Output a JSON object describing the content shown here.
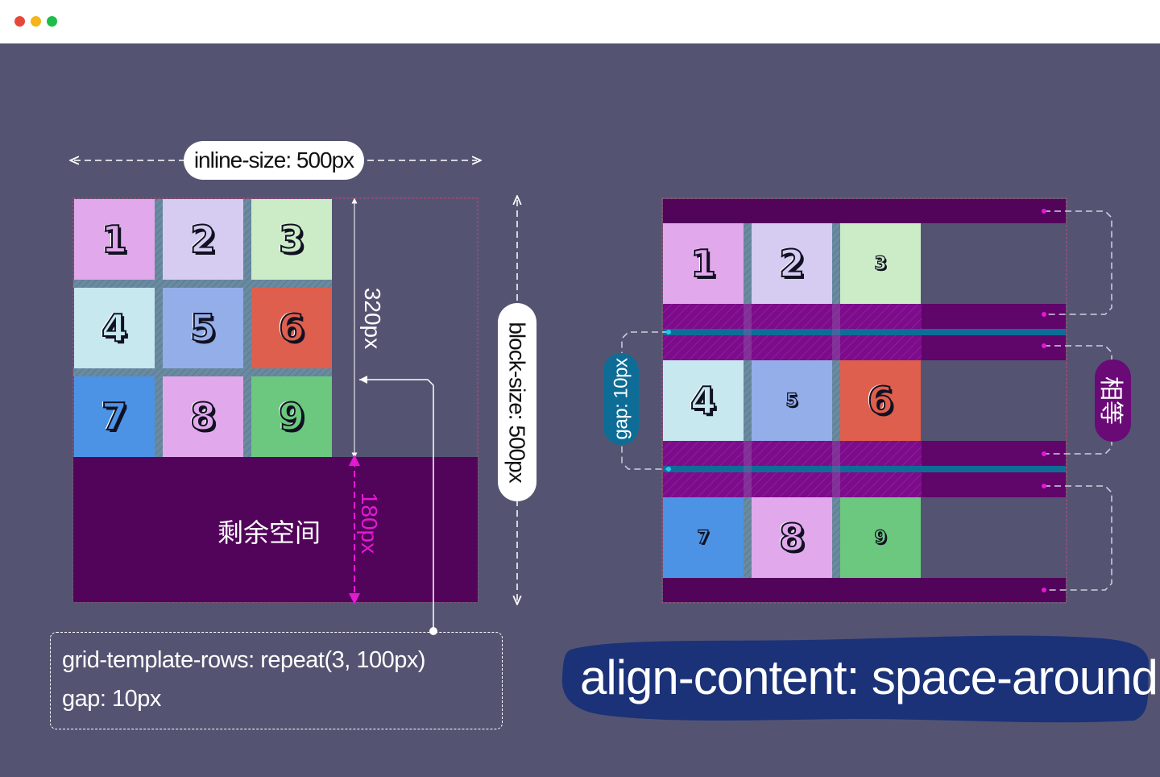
{
  "window": {
    "controls": [
      {
        "name": "close",
        "color": "#e5483a"
      },
      {
        "name": "minimize",
        "color": "#f4b41a"
      },
      {
        "name": "maximize",
        "color": "#1fbd48"
      }
    ]
  },
  "colors": {
    "background": "#545472",
    "free_space": "#52045a",
    "gap_stripe": "#6a8aa0",
    "gap_highlight": "#0e7fa8",
    "accent_magenta": "#e21ad2",
    "headline_blob": "#1b3278"
  },
  "left": {
    "inline_label": "inline-size: 500px",
    "block_label": "block-size: 500px",
    "tracks_height_label": "320px",
    "free_height_label": "180px",
    "free_space_label": "剩余空间",
    "cells": [
      {
        "label": "1",
        "color": "#e2a8ec"
      },
      {
        "label": "2",
        "color": "#d6cbf0"
      },
      {
        "label": "3",
        "color": "#ccecc8"
      },
      {
        "label": "4",
        "color": "#c6e8ee"
      },
      {
        "label": "5",
        "color": "#94aeea"
      },
      {
        "label": "6",
        "color": "#de5f4d"
      },
      {
        "label": "7",
        "color": "#4c93e6"
      },
      {
        "label": "8",
        "color": "#e2a8ec"
      },
      {
        "label": "9",
        "color": "#6cc87e"
      }
    ]
  },
  "code": {
    "line1": "grid-template-rows: repeat(3,  100px)",
    "line2": "gap: 10px"
  },
  "right": {
    "gap_label": "gap: 10px",
    "equal_label": "相等",
    "headline": "align-content: space-around",
    "cells": [
      {
        "label": "1",
        "color": "#e2a8ec",
        "size": "big"
      },
      {
        "label": "2",
        "color": "#d6cbf0",
        "size": "big"
      },
      {
        "label": "3",
        "color": "#ccecc8",
        "size": "small"
      },
      {
        "label": "4",
        "color": "#c6e8ee",
        "size": "big"
      },
      {
        "label": "5",
        "color": "#94aeea",
        "size": "small"
      },
      {
        "label": "6",
        "color": "#de5f4d",
        "size": "big"
      },
      {
        "label": "7",
        "color": "#4c93e6",
        "size": "small"
      },
      {
        "label": "8",
        "color": "#e2a8ec",
        "size": "big"
      },
      {
        "label": "9",
        "color": "#6cc87e",
        "size": "small"
      }
    ]
  }
}
